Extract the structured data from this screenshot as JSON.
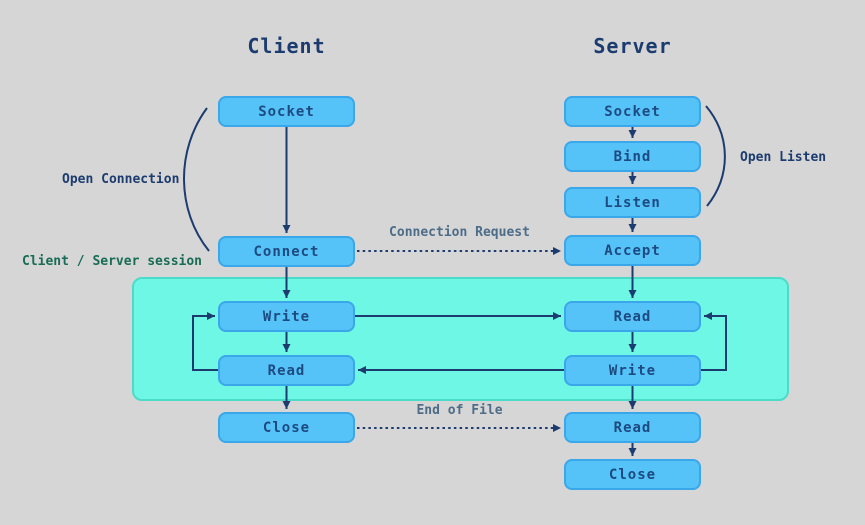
{
  "colors": {
    "background": "#d6d6d6",
    "node_fill": "#55c3f8",
    "node_border": "#39a7e9",
    "node_text": "#1d4a80",
    "session_fill": "#6ff7e5",
    "session_border": "#4adcc9",
    "line": "#1c3b6e",
    "title_text": "#1c3b6e",
    "session_label_text": "#186b55",
    "dashed_label_text": "#4d6c88"
  },
  "client": {
    "title": "Client",
    "nodes": [
      {
        "label": "Socket"
      },
      {
        "label": "Connect"
      },
      {
        "label": "Write"
      },
      {
        "label": "Read"
      },
      {
        "label": "Close"
      }
    ]
  },
  "server": {
    "title": "Server",
    "nodes": [
      {
        "label": "Socket"
      },
      {
        "label": "Bind"
      },
      {
        "label": "Listen"
      },
      {
        "label": "Accept"
      },
      {
        "label": "Read"
      },
      {
        "label": "Write"
      },
      {
        "label": "Read"
      },
      {
        "label": "Close"
      }
    ]
  },
  "annotations": {
    "open_connection": "Open Connection",
    "open_listen": "Open Listen",
    "session": "Client / Server session",
    "connection_request": "Connection Request",
    "end_of_file": "End of File"
  }
}
